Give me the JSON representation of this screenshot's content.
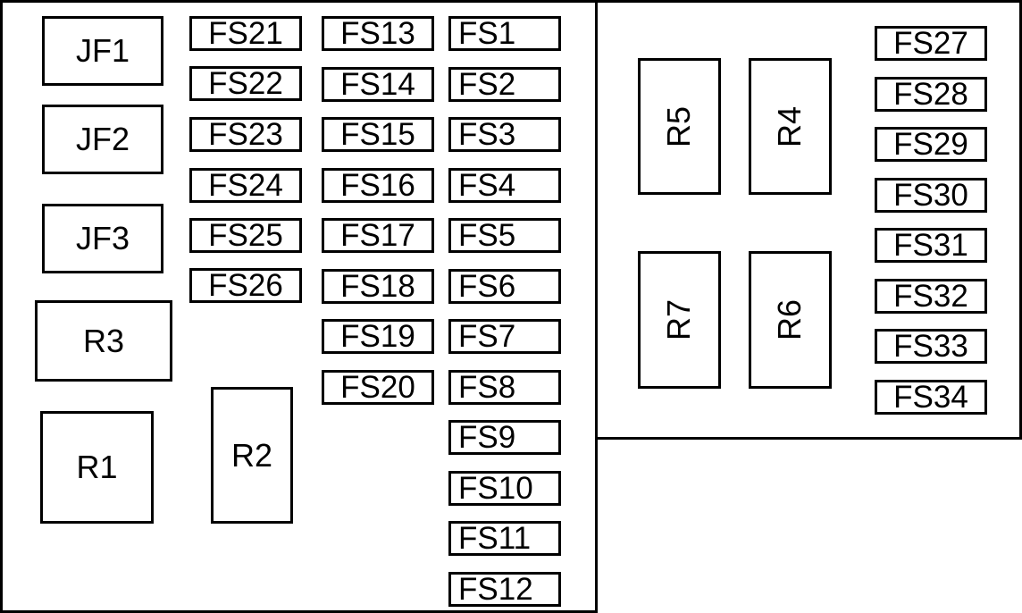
{
  "colors": {
    "stroke": "#000000",
    "background": "#ffffff",
    "text": "#000000"
  },
  "diagram": {
    "junction_fuses": [
      "JF1",
      "JF2",
      "JF3"
    ],
    "relays": [
      "R1",
      "R2",
      "R3",
      "R4",
      "R5",
      "R6",
      "R7"
    ],
    "fuse_column_a": [
      "FS21",
      "FS22",
      "FS23",
      "FS24",
      "FS25",
      "FS26"
    ],
    "fuse_column_b": [
      "FS13",
      "FS14",
      "FS15",
      "FS16",
      "FS17",
      "FS18",
      "FS19",
      "FS20"
    ],
    "fuse_column_c": [
      "FS1",
      "FS2",
      "FS3",
      "FS4",
      "FS5",
      "FS6",
      "FS7",
      "FS8",
      "FS9",
      "FS10",
      "FS11",
      "FS12"
    ],
    "fuse_column_d": [
      "FS27",
      "FS28",
      "FS29",
      "FS30",
      "FS31",
      "FS32",
      "FS33",
      "FS34"
    ]
  }
}
